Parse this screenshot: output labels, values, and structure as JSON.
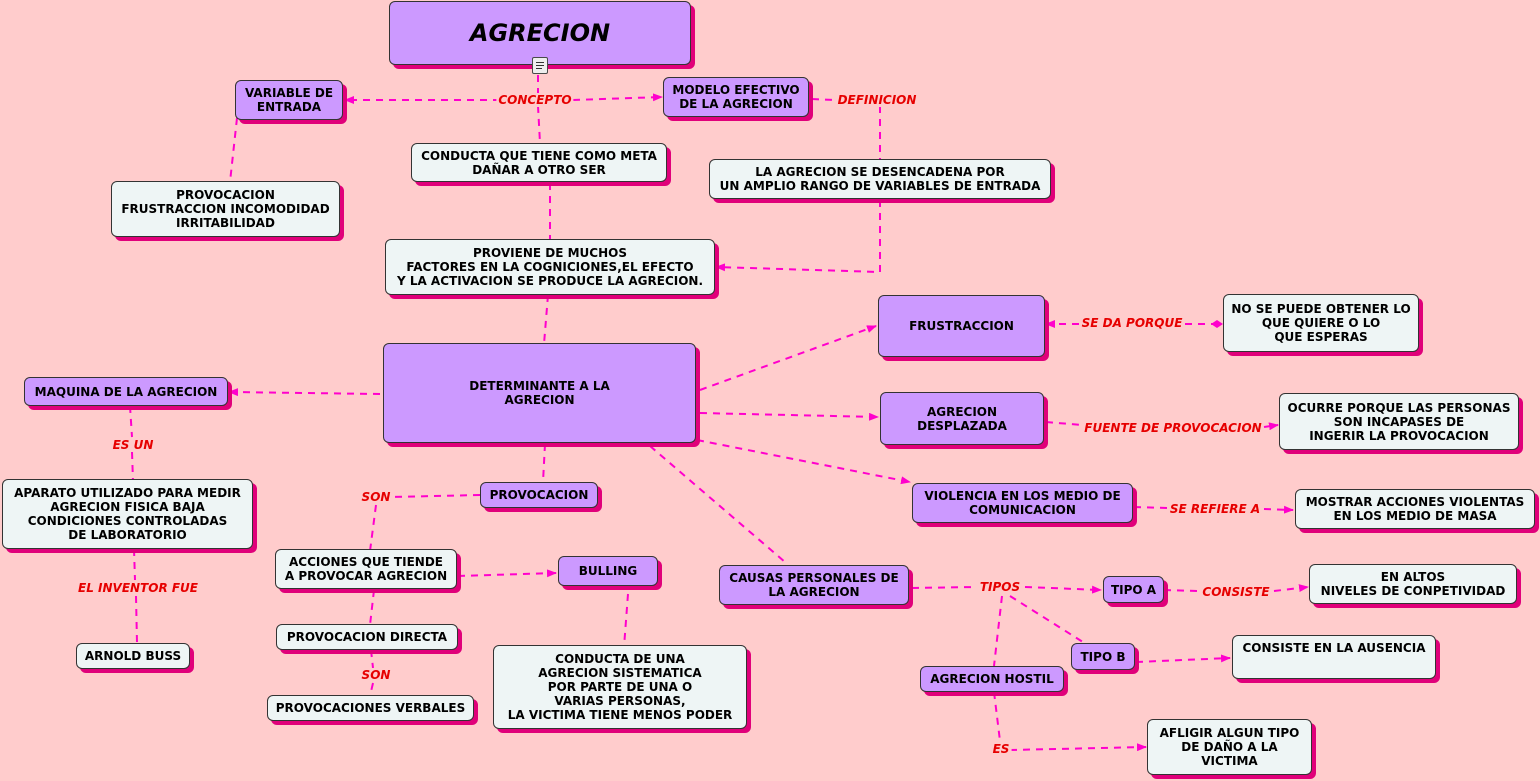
{
  "nodes": {
    "agrecion": "AGRECION",
    "variable_entrada": "VARIABLE DE\nENTRADA",
    "modelo_efectivo": "MODELO EFECTIVO\nDE LA AGRECION",
    "conducta_meta": "CONDUCTA QUE TIENE COMO META\nDAÑAR A OTRO SER",
    "provocacion_list": "PROVOCACION\nFRUSTRACCION INCOMODIDAD\nIRRITABILIDAD",
    "agrecion_desencadena": "LA AGRECION SE DESENCADENA POR\nUN AMPLIO RANGO DE VARIABLES DE ENTRADA",
    "proviene": "PROVIENE DE MUCHOS\nFACTORES EN LA COGNICIONES,EL EFECTO\nY LA ACTIVACION SE PRODUCE LA AGRECION.",
    "frustraccion": "FRUSTRACCION",
    "no_se_puede": "NO SE PUEDE OBTENER LO\nQUE QUIERE O LO\nQUE ESPERAS",
    "maquina": "MAQUINA DE LA AGRECION",
    "determinante": "DETERMINANTE A LA\nAGRECION",
    "agrecion_desplazada": "AGRECION\nDESPLAZADA",
    "ocurre_porque": "OCURRE PORQUE LAS PERSONAS\nSON INCAPASES DE\nINGERIR LA PROVOCACION",
    "aparato": "APARATO UTILIZADO PARA MEDIR\nAGRECION FISICA BAJA\nCONDICIONES CONTROLADAS\nDE LABORATORIO",
    "provocacion": "PROVOCACION",
    "violencia_medios": "VIOLENCIA EN LOS MEDIO DE\nCOMUNICACION",
    "mostrar_acciones": "MOSTRAR ACCIONES VIOLENTAS\nEN LOS MEDIO DE MASA",
    "acciones_tiende": "ACCIONES QUE TIENDE\nA PROVOCAR AGRECION",
    "bulling": "BULLING",
    "causas_personales": "CAUSAS PERSONALES DE\nLA AGRECION",
    "tipo_a": "TIPO A",
    "altos_niveles": "EN ALTOS\nNIVELES DE CONPETIVIDAD",
    "provocacion_directa": "PROVOCACION DIRECTA",
    "arnold_buss": "ARNOLD BUSS",
    "tipo_b": "TIPO B",
    "consiste_ausencia": "CONSISTE EN LA AUSENCIA",
    "conducta_sistematica": "CONDUCTA DE UNA\nAGRECION SISTEMATICA\nPOR PARTE DE UNA O\nVARIAS PERSONAS,\nLA VICTIMA  TIENE MENOS PODER",
    "agrecion_hostil": "AGRECION HOSTIL",
    "provocaciones_verbales": "PROVOCACIONES VERBALES",
    "afligir": "AFLIGIR ALGUN TIPO\nDE DAÑO A LA\nVICTIMA"
  },
  "links": {
    "concepto": "CONCEPTO",
    "definicion": "DEFINICION",
    "se_da_porque": "SE DA PORQUE",
    "es_un": "ES UN",
    "fuente_provocacion": "FUENTE DE PROVOCACION",
    "son_1": "SON",
    "se_refiere_a": "SE REFIERE A",
    "el_inventor_fue": "EL INVENTOR FUE",
    "tipos": "TIPOS",
    "consiste": "CONSISTE",
    "son_2": "SON",
    "es": "ES"
  },
  "colors": {
    "background": "#ffcccc",
    "concept_fill": "#cc99ff",
    "note_fill": "#eef5f5",
    "connector": "#ff00cc",
    "link_text": "#e60000",
    "shadow": "#e0007a"
  },
  "icons": {
    "note_icon": "document-icon"
  }
}
